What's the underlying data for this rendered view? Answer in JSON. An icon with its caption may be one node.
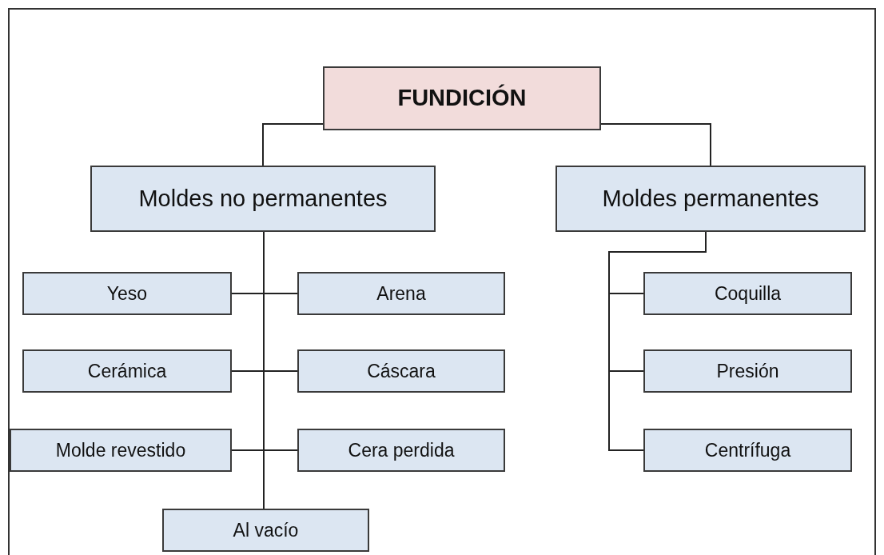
{
  "diagram": {
    "nodes": [
      {
        "text": [
          "FUNDICIÓN"
        ]
      },
      {
        "text": [
          "Moldes no permanentes"
        ]
      },
      {
        "text": [
          "Moldes permanentes"
        ]
      },
      {
        "text": [
          "Yeso"
        ]
      },
      {
        "text": [
          "Arena"
        ]
      },
      {
        "text": [
          "Cerámica"
        ]
      },
      {
        "text": [
          "Cáscara"
        ]
      },
      {
        "text": [
          "Molde revestido"
        ]
      },
      {
        "text": [
          "Cera perdida"
        ]
      },
      {
        "text": [
          "Al vacío"
        ]
      },
      {
        "text": [
          "Coquilla"
        ]
      },
      {
        "text": [
          "Presión"
        ]
      },
      {
        "text": [
          "Centrífuga"
        ]
      }
    ],
    "edges": [
      {
        "from": 0,
        "to": 1,
        "arrow": "none"
      },
      {
        "from": 0,
        "to": 2,
        "arrow": "none"
      },
      {
        "from": 1,
        "to": 3,
        "arrow": "none"
      },
      {
        "from": 1,
        "to": 4,
        "arrow": "none"
      },
      {
        "from": 1,
        "to": 5,
        "arrow": "none"
      },
      {
        "from": 1,
        "to": 6,
        "arrow": "none"
      },
      {
        "from": 1,
        "to": 7,
        "arrow": "none"
      },
      {
        "from": 1,
        "to": 8,
        "arrow": "none"
      },
      {
        "from": 1,
        "to": 9,
        "arrow": "none"
      },
      {
        "from": 2,
        "to": 10,
        "arrow": "none"
      },
      {
        "from": 2,
        "to": 11,
        "arrow": "none"
      },
      {
        "from": 2,
        "to": 12,
        "arrow": "none"
      }
    ]
  }
}
